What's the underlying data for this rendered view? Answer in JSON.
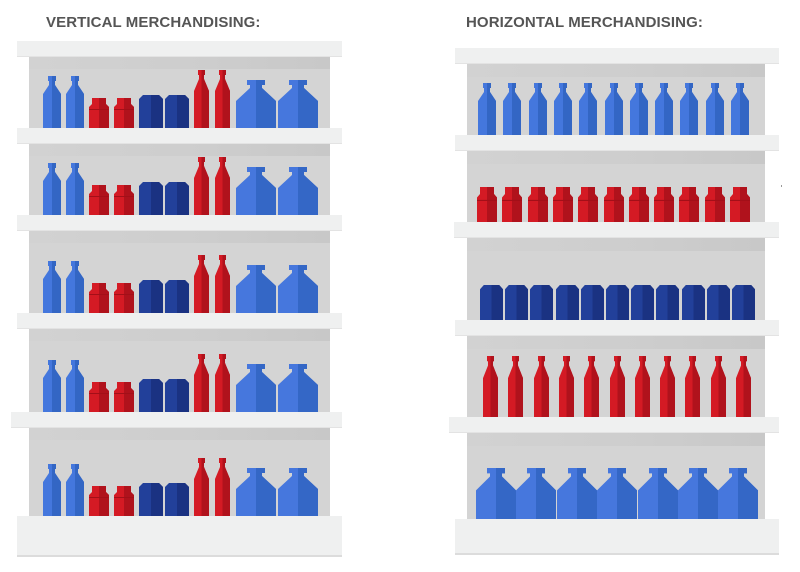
{
  "titles": {
    "vertical": "VERTICAL MERCHANDISING:",
    "horizontal": "HORIZONTAL MERCHANDISING:"
  },
  "colors": {
    "milk_light": "#4477dd",
    "milk_dark": "#3366c4",
    "jar_light": "#d41a24",
    "jar_dark": "#b0121c",
    "carton_light": "#22409a",
    "carton_dark": "#1a3282",
    "soda_light": "#d41a24",
    "soda_dark": "#b0121c",
    "jug_light": "#4677dd",
    "jug_dark": "#3467c6",
    "shelf_board": "#eff0f0",
    "back_panel": "#d4d4d4",
    "title": "#555555"
  },
  "vertical_unit": {
    "label": "Vertical merchandising shelf unit",
    "shelves": 5,
    "products_per_shelf": [
      "milk bottle",
      "milk bottle",
      "red jar",
      "red jar",
      "navy carton",
      "navy carton",
      "red soda bottle",
      "red soda bottle",
      "blue jug",
      "blue jug"
    ]
  },
  "horizontal_unit": {
    "label": "Horizontal merchandising shelf unit",
    "shelves": [
      {
        "product": "milk bottle",
        "count": 11
      },
      {
        "product": "red jar",
        "count": 11
      },
      {
        "product": "navy carton",
        "count": 11
      },
      {
        "product": "red soda bottle",
        "count": 11
      },
      {
        "product": "blue jug",
        "count": 7
      }
    ]
  }
}
